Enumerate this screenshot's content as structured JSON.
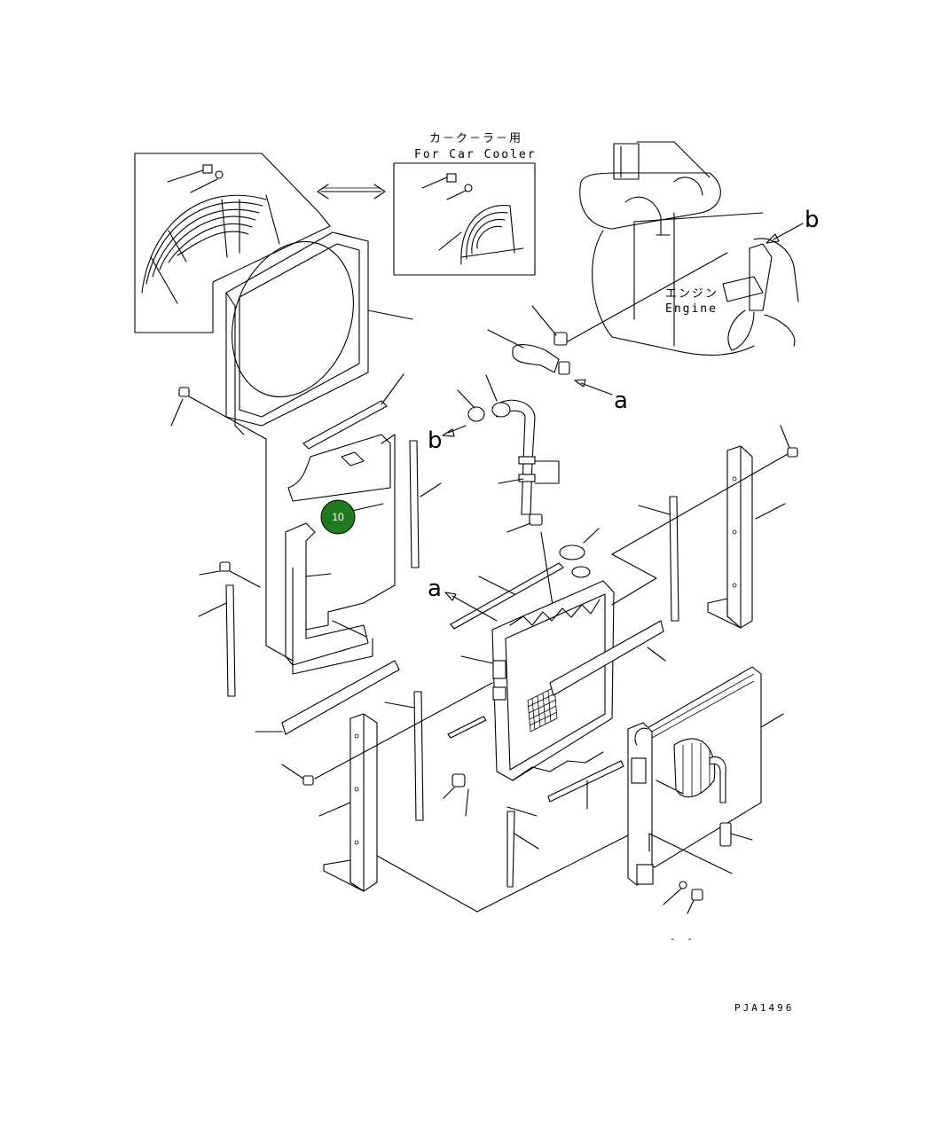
{
  "labels": {
    "car_cooler_jp": "カ－ク－ラ－用",
    "car_cooler_en": "For Car Cooler",
    "engine_jp": "エンジン",
    "engine_en": "Engine",
    "ref_a": "a",
    "ref_b": "b",
    "drawing_code": "PJA1496",
    "dash": "- -"
  },
  "callouts": [
    {
      "id": "10",
      "label": "10",
      "color": "#1f7a1f"
    }
  ],
  "colors": {
    "line": "#000000",
    "background": "#ffffff",
    "callout_fill": "#1f7a1f"
  }
}
